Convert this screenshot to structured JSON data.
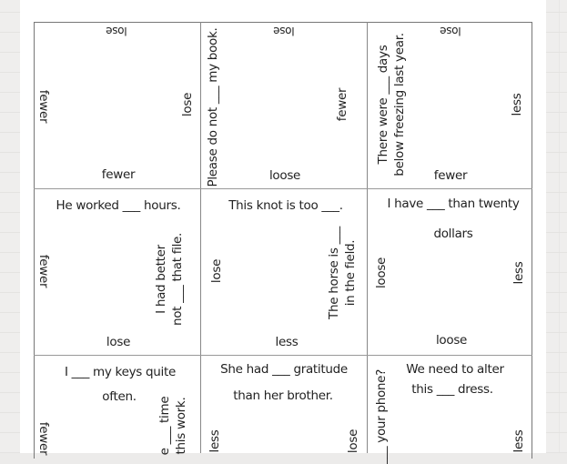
{
  "cards": [
    {
      "top": "lose",
      "left": "fewer",
      "right": "lose",
      "bottom": "fewer"
    },
    {
      "sentence": "Please do not ___ my book.",
      "top": "lose",
      "right": "fewer",
      "bottom": "loose"
    },
    {
      "sentence_lines": [
        "There were ___ days",
        "below freezing last year."
      ],
      "top": "lose",
      "right": "less",
      "bottom": "fewer"
    },
    {
      "sentence": "He worked ___ hours.",
      "left": "fewer",
      "side_lines": [
        "I had better",
        "not ___ that file."
      ],
      "bottom": "lose"
    },
    {
      "sentence": "This knot is too ___.",
      "left": "lose",
      "side_lines": [
        "The horse is ___",
        "in the field."
      ],
      "bottom": "less"
    },
    {
      "sentence_lines": [
        "I have ___ than twenty",
        "dollars"
      ],
      "left": "loose",
      "right": "less",
      "bottom": "loose"
    },
    {
      "sentence_lines": [
        "I ___ my keys quite",
        "often."
      ],
      "left": "fewer",
      "side_lines": [
        "e ___ time",
        "this work."
      ]
    },
    {
      "sentence_lines": [
        "She had ___ gratitude",
        "than  her brother."
      ],
      "left": "less",
      "right": "lose"
    },
    {
      "sentence_lines": [
        "We need to alter",
        "this ___ dress."
      ],
      "left": "___ your phone?",
      "right": "less"
    }
  ]
}
